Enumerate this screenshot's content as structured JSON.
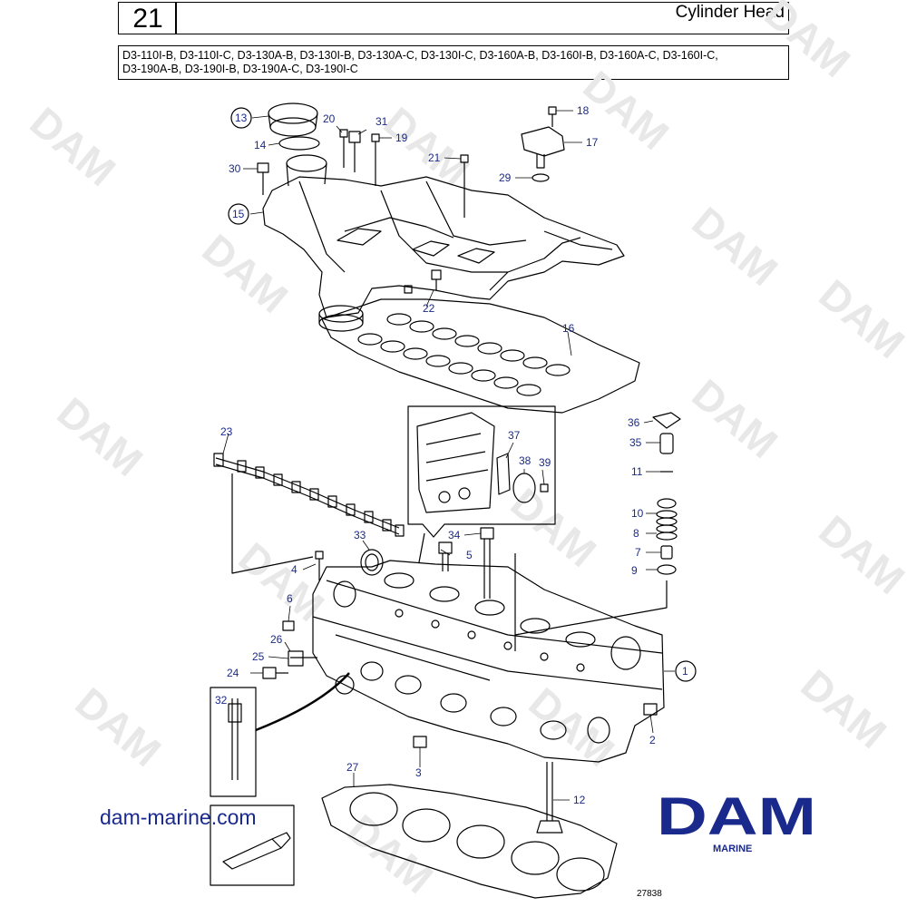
{
  "header": {
    "page_number": "21",
    "title": "Cylinder Head",
    "models_line1": "D3-110I-B, D3-110I-C, D3-130A-B, D3-130I-B, D3-130A-C, D3-130I-C, D3-160A-B, D3-160I-B, D3-160A-C, D3-160I-C,",
    "models_line2": "D3-190A-B, D3-190I-B, D3-190A-C, D3-190I-C"
  },
  "watermark": "DAM",
  "callouts": {
    "n1": "1",
    "n2": "2",
    "n3": "3",
    "n4": "4",
    "n5": "5",
    "n6": "6",
    "n7": "7",
    "n8": "8",
    "n9": "9",
    "n10": "10",
    "n11": "11",
    "n12": "12",
    "n13": "13",
    "n14": "14",
    "n15": "15",
    "n16": "16",
    "n17": "17",
    "n18": "18",
    "n19": "19",
    "n20": "20",
    "n21": "21",
    "n22": "22",
    "n23": "23",
    "n24": "24",
    "n25": "25",
    "n26": "26",
    "n27": "27",
    "n29": "29",
    "n30": "30",
    "n31": "31",
    "n32": "32",
    "n33": "33",
    "n34": "34",
    "n35": "35",
    "n36": "36",
    "n37": "37",
    "n38": "38",
    "n39": "39"
  },
  "footer": {
    "website": "dam-marine.com",
    "logo_text": "DAM",
    "logo_sub": "MARINE",
    "figure_number": "27838"
  },
  "colors": {
    "callout": "#1a2a8c",
    "logo": "#1a2a8c",
    "watermark": "#e6e6e6"
  }
}
